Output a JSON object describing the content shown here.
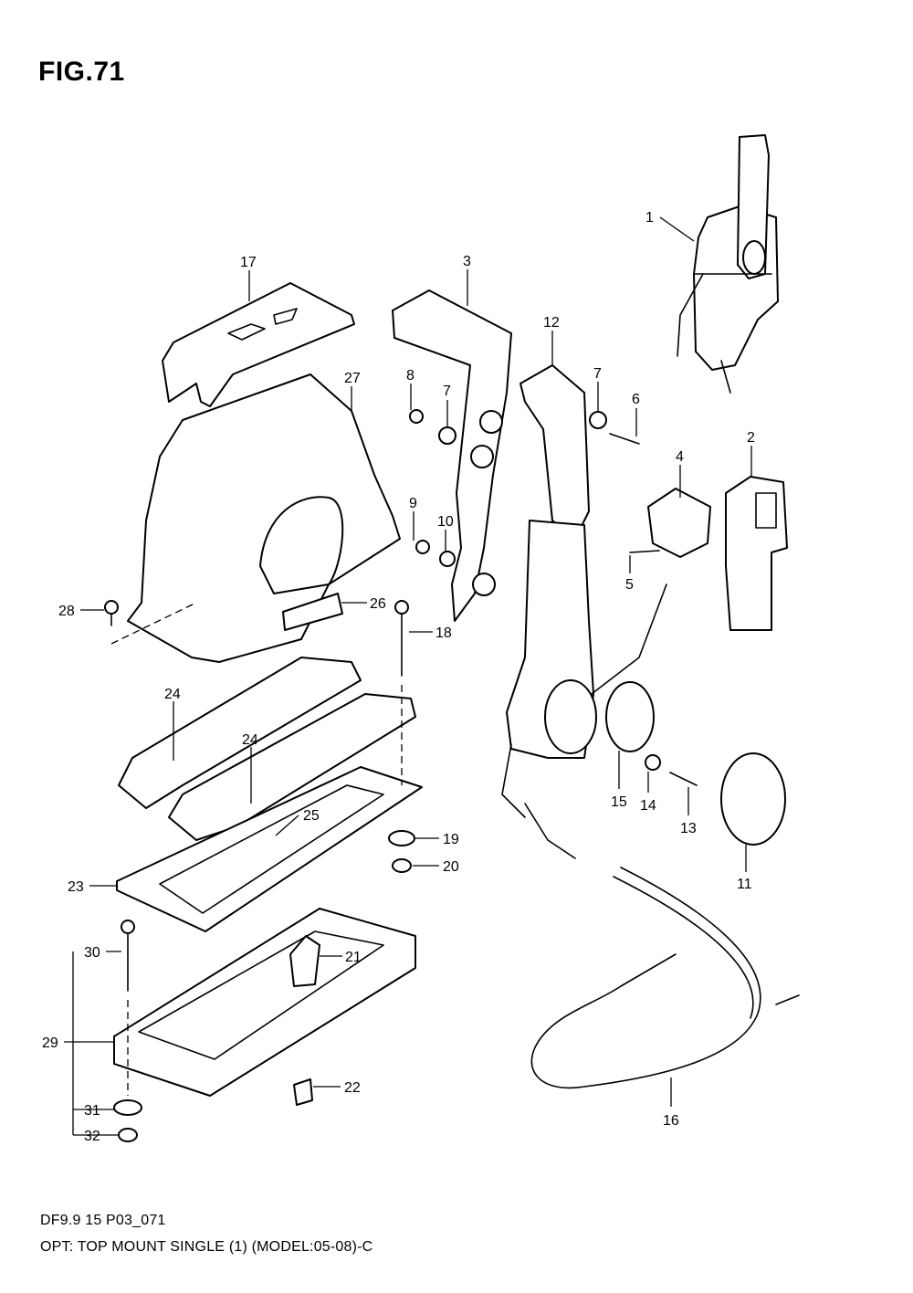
{
  "figure": {
    "title": "FIG.71"
  },
  "footer": {
    "line1": "DF9.9 15 P03_071",
    "line2": "OPT: TOP MOUNT SINGLE (1) (MODEL:05-08)-C"
  },
  "callouts": [
    "1",
    "2",
    "3",
    "4",
    "5",
    "6",
    "7",
    "7",
    "8",
    "9",
    "10",
    "11",
    "12",
    "13",
    "14",
    "15",
    "16",
    "17",
    "18",
    "19",
    "20",
    "21",
    "22",
    "23",
    "24",
    "24",
    "25",
    "26",
    "27",
    "28",
    "29",
    "30",
    "31",
    "32"
  ]
}
